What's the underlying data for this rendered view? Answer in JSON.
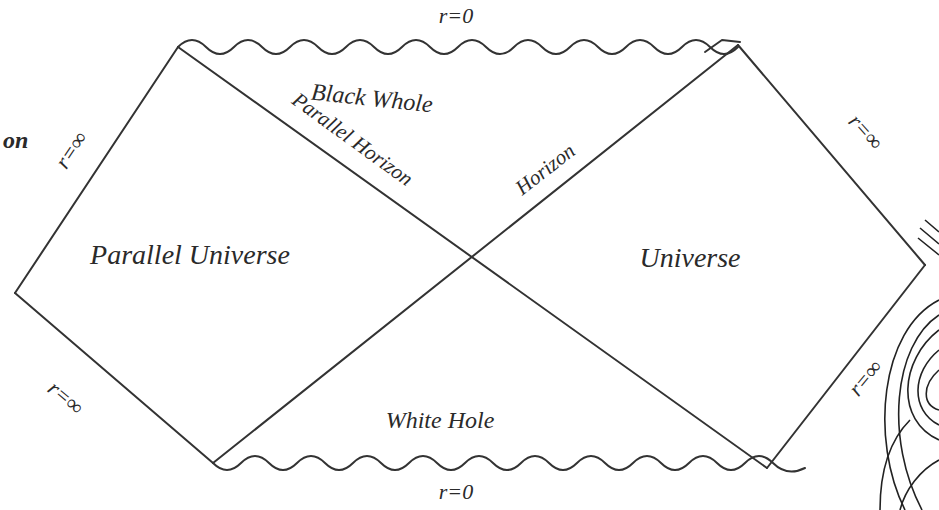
{
  "diagram": {
    "labels": [
      "on",
      "r=0",
      "Black Whole",
      "Parallel Horizon",
      "Horizon",
      "r=∞",
      "r=∞",
      "Parallel Universe",
      "Universe",
      "r=∞",
      "r=∞",
      "White Hole",
      "r=0"
    ]
  }
}
